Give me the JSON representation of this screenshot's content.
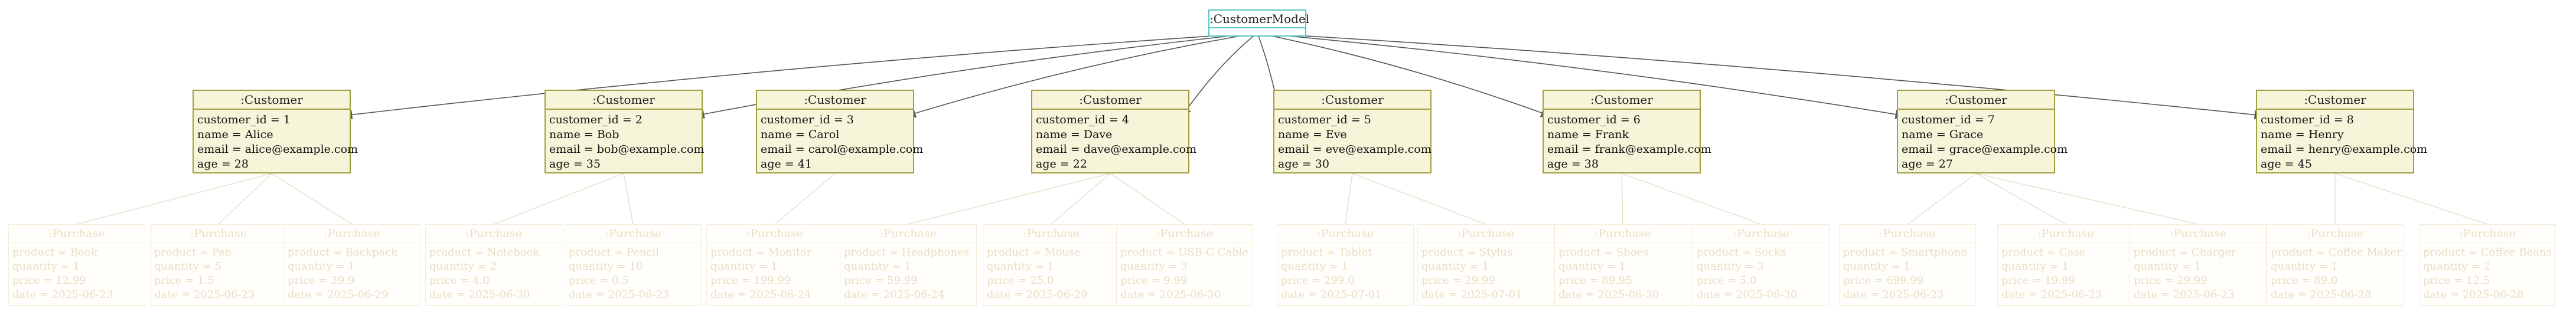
{
  "root": {
    "title": ":CustomerModel"
  },
  "customers": [
    {
      "title": ":Customer",
      "lines": [
        "customer_id = 1",
        "name = Alice",
        "email = alice@example.com",
        "age = 28"
      ],
      "purchases": [
        {
          "title": ":Purchase",
          "lines": [
            "product = Book",
            "quantity = 1",
            "price = 12.99",
            "date = 2025-06-23"
          ]
        },
        {
          "title": ":Purchase",
          "lines": [
            "product = Pen",
            "quantity = 5",
            "price = 1.5",
            "date = 2025-06-23"
          ]
        },
        {
          "title": ":Purchase",
          "lines": [
            "product = Backpack",
            "quantity = 1",
            "price = 39.9",
            "date = 2025-06-29"
          ]
        }
      ]
    },
    {
      "title": ":Customer",
      "lines": [
        "customer_id = 2",
        "name = Bob",
        "email = bob@example.com",
        "age = 35"
      ],
      "purchases": [
        {
          "title": ":Purchase",
          "lines": [
            "product = Notebook",
            "quantity = 2",
            "price = 4.0",
            "date = 2025-06-30"
          ]
        },
        {
          "title": ":Purchase",
          "lines": [
            "product = Pencil",
            "quantity = 10",
            "price = 0.5",
            "date = 2025-06-23"
          ]
        }
      ]
    },
    {
      "title": ":Customer",
      "lines": [
        "customer_id = 3",
        "name = Carol",
        "email = carol@example.com",
        "age = 41"
      ],
      "purchases": [
        {
          "title": ":Purchase",
          "lines": [
            "product = Monitor",
            "quantity = 1",
            "price = 199.99",
            "date = 2025-06-24"
          ]
        }
      ]
    },
    {
      "title": ":Customer",
      "lines": [
        "customer_id = 4",
        "name = Dave",
        "email = dave@example.com",
        "age = 22"
      ],
      "purchases": [
        {
          "title": ":Purchase",
          "lines": [
            "product = Headphones",
            "quantity = 1",
            "price = 59.99",
            "date = 2025-06-24"
          ]
        },
        {
          "title": ":Purchase",
          "lines": [
            "product = Mouse",
            "quantity = 1",
            "price = 25.0",
            "date = 2025-06-29"
          ]
        },
        {
          "title": ":Purchase",
          "lines": [
            "product = USB-C Cable",
            "quantity = 3",
            "price = 9.99",
            "date = 2025-06-30"
          ]
        }
      ]
    },
    {
      "title": ":Customer",
      "lines": [
        "customer_id = 5",
        "name = Eve",
        "email = eve@example.com",
        "age = 30"
      ],
      "purchases": [
        {
          "title": ":Purchase",
          "lines": [
            "product = Tablet",
            "quantity = 1",
            "price = 299.0",
            "date = 2025-07-01"
          ]
        },
        {
          "title": ":Purchase",
          "lines": [
            "product = Stylus",
            "quantity = 1",
            "price = 29.99",
            "date = 2025-07-01"
          ]
        }
      ]
    },
    {
      "title": ":Customer",
      "lines": [
        "customer_id = 6",
        "name = Frank",
        "email = frank@example.com",
        "age = 38"
      ],
      "purchases": [
        {
          "title": ":Purchase",
          "lines": [
            "product = Shoes",
            "quantity = 1",
            "price = 89.95",
            "date = 2025-06-30"
          ]
        },
        {
          "title": ":Purchase",
          "lines": [
            "product = Socks",
            "quantity = 3",
            "price = 5.0",
            "date = 2025-06-30"
          ]
        }
      ]
    },
    {
      "title": ":Customer",
      "lines": [
        "customer_id = 7",
        "name = Grace",
        "email = grace@example.com",
        "age = 27"
      ],
      "purchases": [
        {
          "title": ":Purchase",
          "lines": [
            "product = Smartphone",
            "quantity = 1",
            "price = 699.99",
            "date = 2025-06-23"
          ]
        },
        {
          "title": ":Purchase",
          "lines": [
            "product = Case",
            "quantity = 1",
            "price = 19.99",
            "date = 2025-06-23"
          ]
        },
        {
          "title": ":Purchase",
          "lines": [
            "product = Charger",
            "quantity = 1",
            "price = 29.99",
            "date = 2025-06-23"
          ]
        }
      ]
    },
    {
      "title": ":Customer",
      "lines": [
        "customer_id = 8",
        "name = Henry",
        "email = henry@example.com",
        "age = 45"
      ],
      "purchases": [
        {
          "title": ":Purchase",
          "lines": [
            "product = Coffee Maker",
            "quantity = 1",
            "price = 89.0",
            "date = 2025-06-28"
          ]
        },
        {
          "title": ":Purchase",
          "lines": [
            "product = Coffee Beans",
            "quantity = 2",
            "price = 12.5",
            "date = 2025-06-28"
          ]
        }
      ]
    }
  ],
  "colors": {
    "root_border": "#56c6c6",
    "customer_fill": "#f6f5d9",
    "customer_border": "#a0a040",
    "edge": "#555555",
    "faded": "#e6dfc6"
  }
}
